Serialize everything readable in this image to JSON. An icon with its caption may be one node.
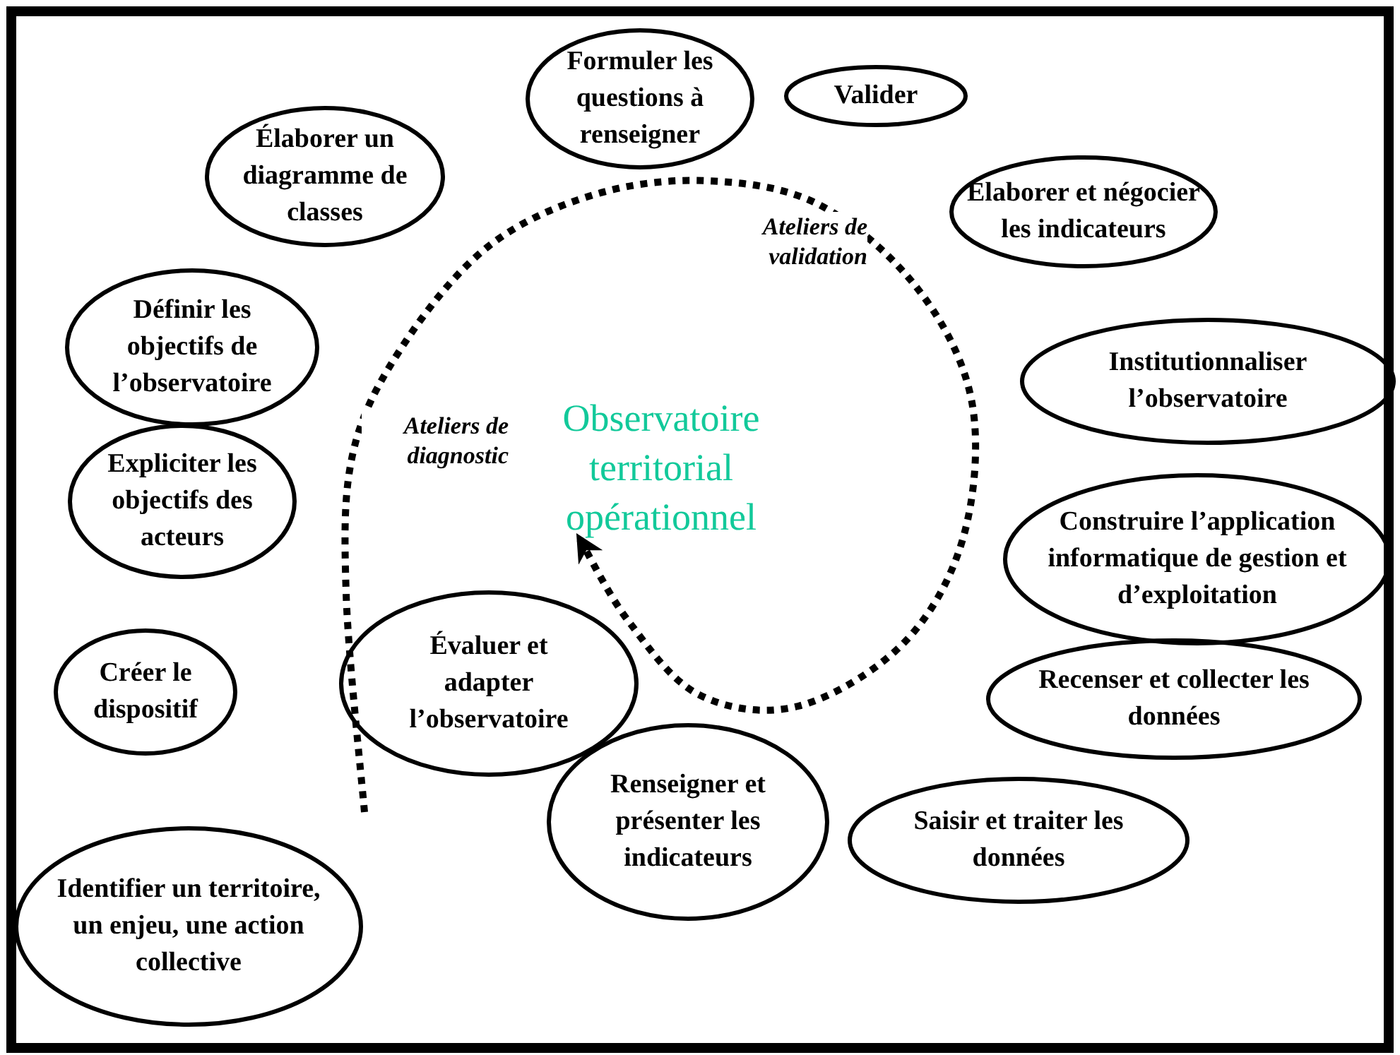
{
  "diagram": {
    "nodes": [
      {
        "text": [
          "Formuler les questions à renseigner"
        ]
      },
      {
        "text": [
          "Valider"
        ]
      },
      {
        "text": [
          "Élaborer et négocier les indicateurs"
        ]
      },
      {
        "text": [
          "Élaborer un diagramme de classes"
        ]
      },
      {
        "text": [
          "Définir les objectifs de l’observatoire"
        ]
      },
      {
        "text": [
          "Institutionnaliser l’observatoire"
        ]
      },
      {
        "text": [
          "Expliciter les objectifs des acteurs"
        ]
      },
      {
        "text": [
          "Observatoire territorial opérationnel"
        ]
      },
      {
        "text": [
          "Construire l’application informatique de gestion et d’exploitation"
        ]
      },
      {
        "text": [
          "Créer le dispositif"
        ]
      },
      {
        "text": [
          "Évaluer et adapter l’observatoire"
        ]
      },
      {
        "text": [
          "Recenser et collecter les données"
        ]
      },
      {
        "text": [
          "Renseigner et présenter les indicateurs"
        ]
      },
      {
        "text": [
          "Saisir et traiter les données"
        ]
      },
      {
        "text": [
          "Identifier un territoire, un enjeu, une action collective"
        ]
      }
    ],
    "edges": [
      {
        "from": null,
        "to": 7,
        "arrow": "to",
        "style": "dashed"
      }
    ],
    "labels": [
      "Ateliers de validation",
      "Ateliers de diagnostic"
    ]
  }
}
